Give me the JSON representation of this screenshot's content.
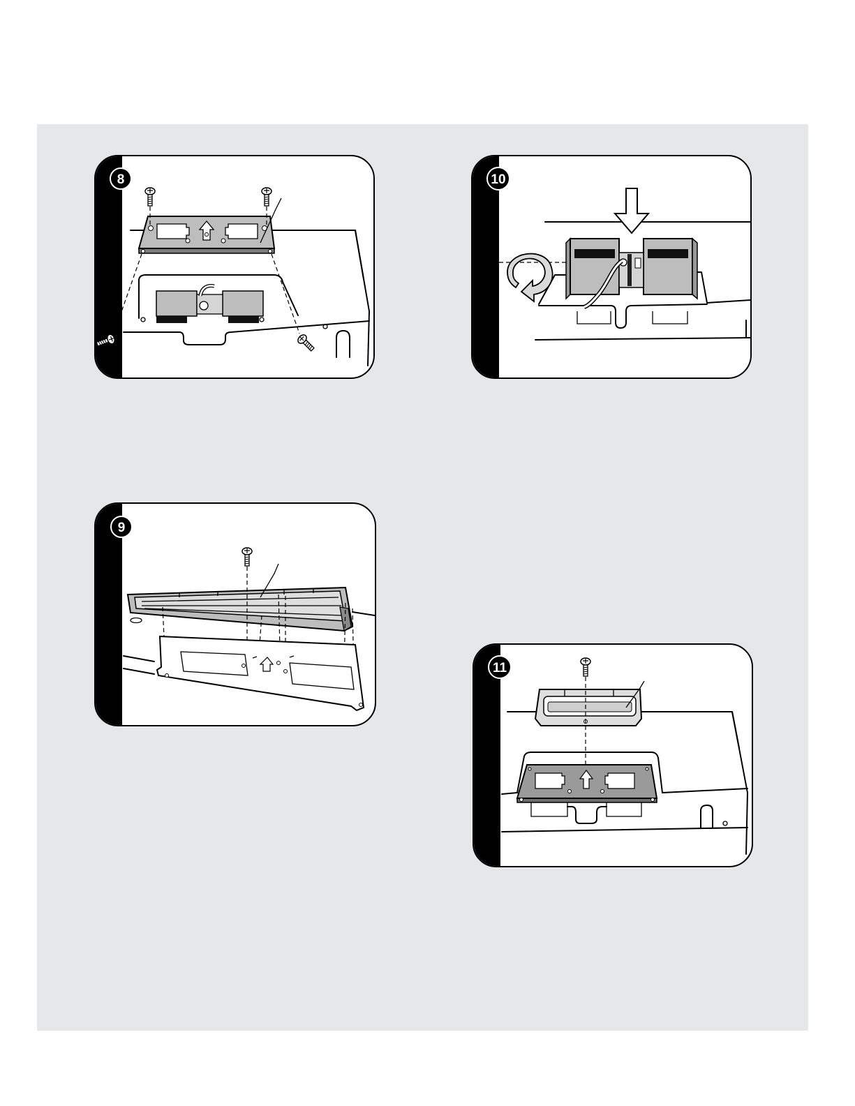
{
  "page": {
    "background": "#ffffff",
    "panel_area_color": "#e6e7e8",
    "part_fill_color": "#bdbdbd"
  },
  "steps": [
    {
      "number": "8"
    },
    {
      "number": "9"
    },
    {
      "number": "10"
    },
    {
      "number": "11"
    }
  ]
}
